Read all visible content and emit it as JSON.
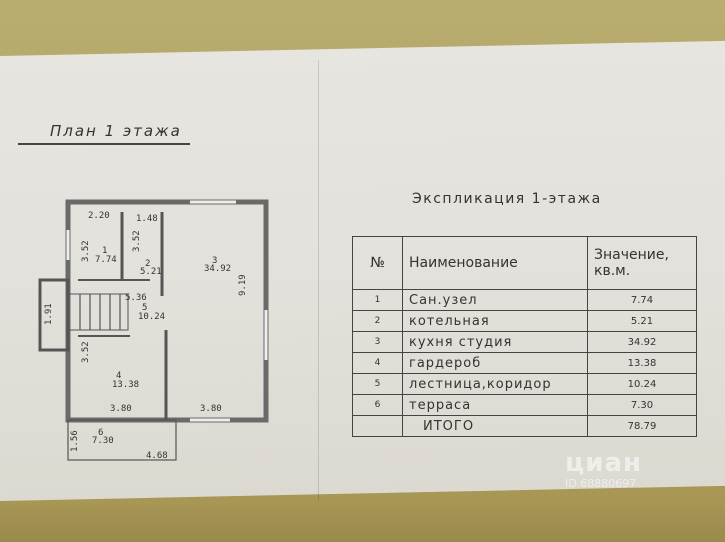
{
  "plan": {
    "title": "План 1 этажа",
    "labels": [
      {
        "id": "room1_w",
        "text": "2.20"
      },
      {
        "id": "room2_w",
        "text": "1.48"
      },
      {
        "id": "room1_no",
        "text": "1"
      },
      {
        "id": "room1_area",
        "text": "7.74"
      },
      {
        "id": "room1_h",
        "text": "3.52"
      },
      {
        "id": "room2_h",
        "text": "3.52"
      },
      {
        "id": "room2_no",
        "text": "2"
      },
      {
        "id": "room2_area",
        "text": "5.21"
      },
      {
        "id": "room3_no",
        "text": "3"
      },
      {
        "id": "room3_area",
        "text": "34.92"
      },
      {
        "id": "room3_h",
        "text": "9.19"
      },
      {
        "id": "stair_w",
        "text": "5.36"
      },
      {
        "id": "room5_no",
        "text": "5"
      },
      {
        "id": "room5_area",
        "text": "10.24"
      },
      {
        "id": "left_h",
        "text": "1.91"
      },
      {
        "id": "room4_h",
        "text": "3.52"
      },
      {
        "id": "room4_no",
        "text": "4"
      },
      {
        "id": "room4_area",
        "text": "13.38"
      },
      {
        "id": "bottom_left_w",
        "text": "3.80"
      },
      {
        "id": "bottom_right_w",
        "text": "3.80"
      },
      {
        "id": "terrace_h",
        "text": "1.56"
      },
      {
        "id": "room6_no",
        "text": "6"
      },
      {
        "id": "room6_area",
        "text": "7.30"
      },
      {
        "id": "terrace_w",
        "text": "4.68"
      }
    ]
  },
  "explication": {
    "title": "Экспликация 1-этажа",
    "headers": {
      "num": "№",
      "name": "Наименование",
      "value": "Значение, кв.м."
    },
    "rows": [
      {
        "num": "1",
        "name": "Сан.узел",
        "value": "7.74"
      },
      {
        "num": "2",
        "name": "котельная",
        "value": "5.21"
      },
      {
        "num": "3",
        "name": "кухня студия",
        "value": "34.92"
      },
      {
        "num": "4",
        "name": "гардероб",
        "value": "13.38"
      },
      {
        "num": "5",
        "name": "лестница,коридор",
        "value": "10.24"
      },
      {
        "num": "6",
        "name": "терраса",
        "value": "7.30"
      }
    ],
    "total": {
      "name": "ИТОГО",
      "value": "78.79"
    }
  },
  "watermark": {
    "brand": "циан",
    "id": "ID 68880697"
  }
}
